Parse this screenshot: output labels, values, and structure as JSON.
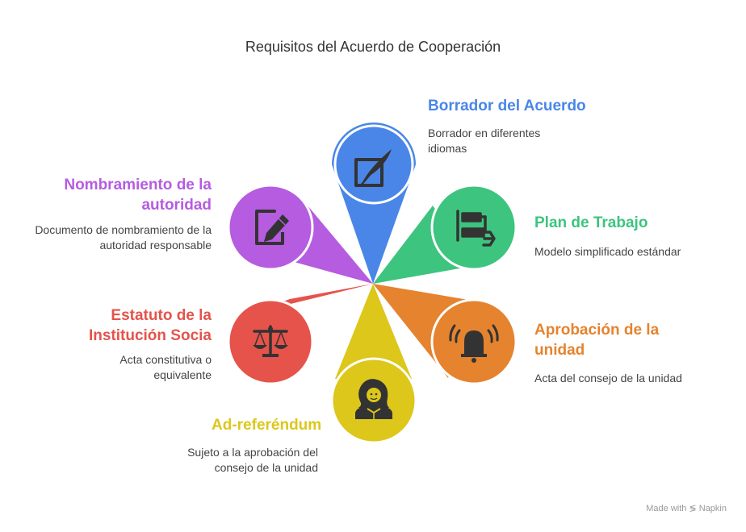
{
  "title": "Requisitos del Acuerdo de Cooperación",
  "colors": {
    "blue": "#4A86E8",
    "green": "#3DC47E",
    "orange": "#E5832F",
    "yellow": "#DCC71A",
    "red": "#E5534B",
    "purple": "#B65CE0",
    "icon": "#333333"
  },
  "items": [
    {
      "label": "Borrador del Acuerdo",
      "desc": "Borrador en diferentes idiomas",
      "icon": "quill-pen-icon",
      "color": "#4A86E8"
    },
    {
      "label": "Plan de Trabajo",
      "desc": "Modelo simplificado estándar",
      "icon": "workflow-icon",
      "color": "#3DC47E"
    },
    {
      "label": "Aprobación de la unidad",
      "desc": "Acta del consejo de la unidad",
      "icon": "alarm-bell-icon",
      "color": "#E5832F"
    },
    {
      "label": "Ad-referéndum",
      "desc": "Sujeto a la aprobación del consejo de la unidad",
      "icon": "judge-icon",
      "color": "#DCC71A"
    },
    {
      "label": "Estatuto de la Institución Socia",
      "desc": "Acta constitutiva o equivalente",
      "icon": "scales-icon",
      "color": "#E5534B"
    },
    {
      "label": "Nombramiento de la autoridad",
      "desc": "Documento de nombramiento de la autoridad responsable",
      "icon": "document-pen-icon",
      "color": "#B65CE0"
    }
  ],
  "footer": {
    "made_with": "Made with",
    "brand": "Napkin"
  }
}
